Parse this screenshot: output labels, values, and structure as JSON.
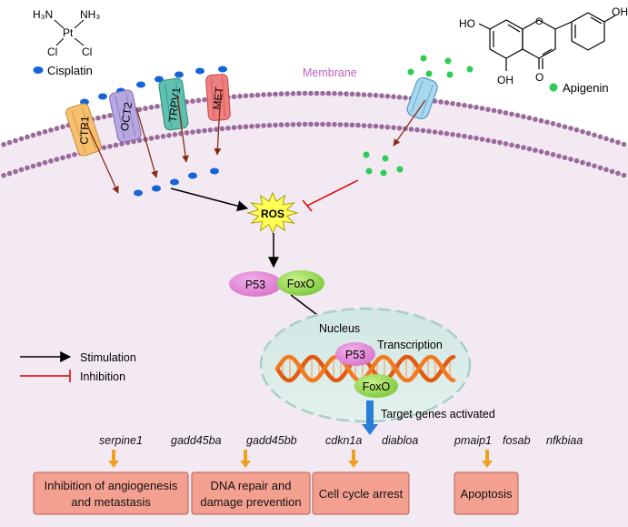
{
  "cisplatin": {
    "formula": {
      "h3n_left": "H₃N",
      "nh3_right": "NH₃",
      "pt": "Pt",
      "cl_left": "Cl",
      "cl_right": "Cl"
    },
    "legend_label": "Cisplatin",
    "color": "#1565d8"
  },
  "apigenin": {
    "formula": {
      "ho_left": "HO",
      "oh_right": "OH",
      "oh_bottom": "OH",
      "o_carbonyl": "O",
      "o_ring": "O"
    },
    "legend_label": "Apigenin",
    "color": "#2ecc55"
  },
  "membrane": {
    "label": "Membrane",
    "label_color": "#c060c0"
  },
  "transporters": [
    {
      "label": "CTR1",
      "color": "#f5c070"
    },
    {
      "label": "OCT2",
      "color": "#b8a8e0"
    },
    {
      "label": "TRPV1",
      "color": "#60c0b0"
    },
    {
      "label": "MET",
      "color": "#f08080"
    }
  ],
  "ros": {
    "label": "ROS",
    "color": "#ffff55"
  },
  "p53": {
    "label": "P53",
    "color": "#e888d8"
  },
  "foxo": {
    "label": "FoxO",
    "color": "#9be050"
  },
  "nucleus": {
    "label": "Nucleus",
    "transcription": "Transcription"
  },
  "target_genes_label": "Target genes activated",
  "legend": {
    "stimulation": "Stimulation",
    "inhibition": "Inhibition"
  },
  "genes": [
    {
      "name": "serpine1"
    },
    {
      "name": "gadd45ba"
    },
    {
      "name": "gadd45bb"
    },
    {
      "name": "cdkn1a"
    },
    {
      "name": "diabloa"
    },
    {
      "name": "pmaip1"
    },
    {
      "name": "fosab"
    },
    {
      "name": "nfkbiaa"
    }
  ],
  "outcomes": [
    {
      "line1": "Inhibition of angiogenesis",
      "line2": "and metastasis"
    },
    {
      "line1": "DNA repair and",
      "line2": "damage prevention"
    },
    {
      "line1": "Cell cycle arrest",
      "line2": ""
    },
    {
      "line1": "Apoptosis",
      "line2": ""
    }
  ],
  "colors": {
    "cell_bg": "#f3e9f3",
    "membrane_dot": "#9a6a9a",
    "stimulation": "#000000",
    "inhibition": "#e00000",
    "transport_arrow": "#8b2a14",
    "outcome_box": "#f4a090",
    "outcome_arrow": "#f0a020",
    "nucleus_fill": "#d6e9e6",
    "dna_strand": "#e05a10",
    "target_arrow": "#2a7dd6"
  }
}
